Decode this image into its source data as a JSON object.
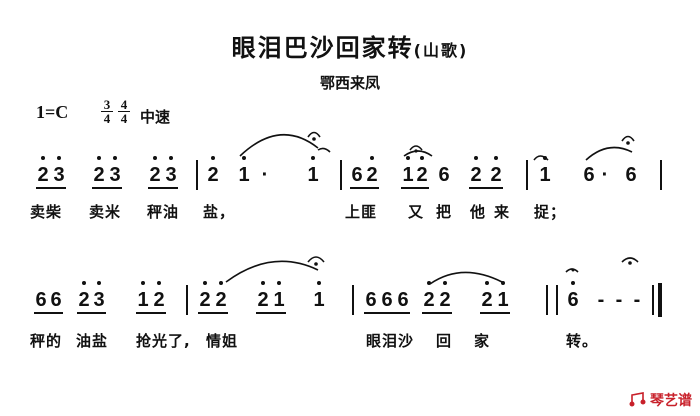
{
  "title": "眼泪巴沙回家转",
  "title_suffix": "(山歌)",
  "origin": "鄂西来凤",
  "key": "1=C",
  "time_sig_1": {
    "top": "3",
    "bottom": "4"
  },
  "time_sig_2": {
    "top": "4",
    "bottom": "4"
  },
  "tempo": "中速",
  "row1": {
    "notes": [
      "2",
      "3",
      "2",
      "3",
      "2",
      "3",
      "2",
      "1",
      "·",
      "1",
      "6",
      "2",
      "1",
      "2",
      "6",
      "2",
      "2",
      "1",
      "6",
      "·",
      "6"
    ],
    "lyrics": [
      "卖柴",
      "卖米",
      "秤油",
      "盐，",
      "上匪",
      "又",
      "把",
      "他",
      "来",
      "捉；"
    ]
  },
  "row2": {
    "notes": [
      "6",
      "6",
      "2",
      "3",
      "1",
      "2",
      "2",
      "2",
      "2",
      "1",
      "1",
      "6",
      "6",
      "6",
      "2",
      "2",
      "2",
      "1",
      "6",
      "-",
      "-",
      "-"
    ],
    "lyrics": [
      "秤的",
      "油盐",
      "抢光了,",
      "情姐",
      "眼泪沙",
      "回",
      "家",
      "转。"
    ]
  },
  "watermark": "琴艺谱"
}
